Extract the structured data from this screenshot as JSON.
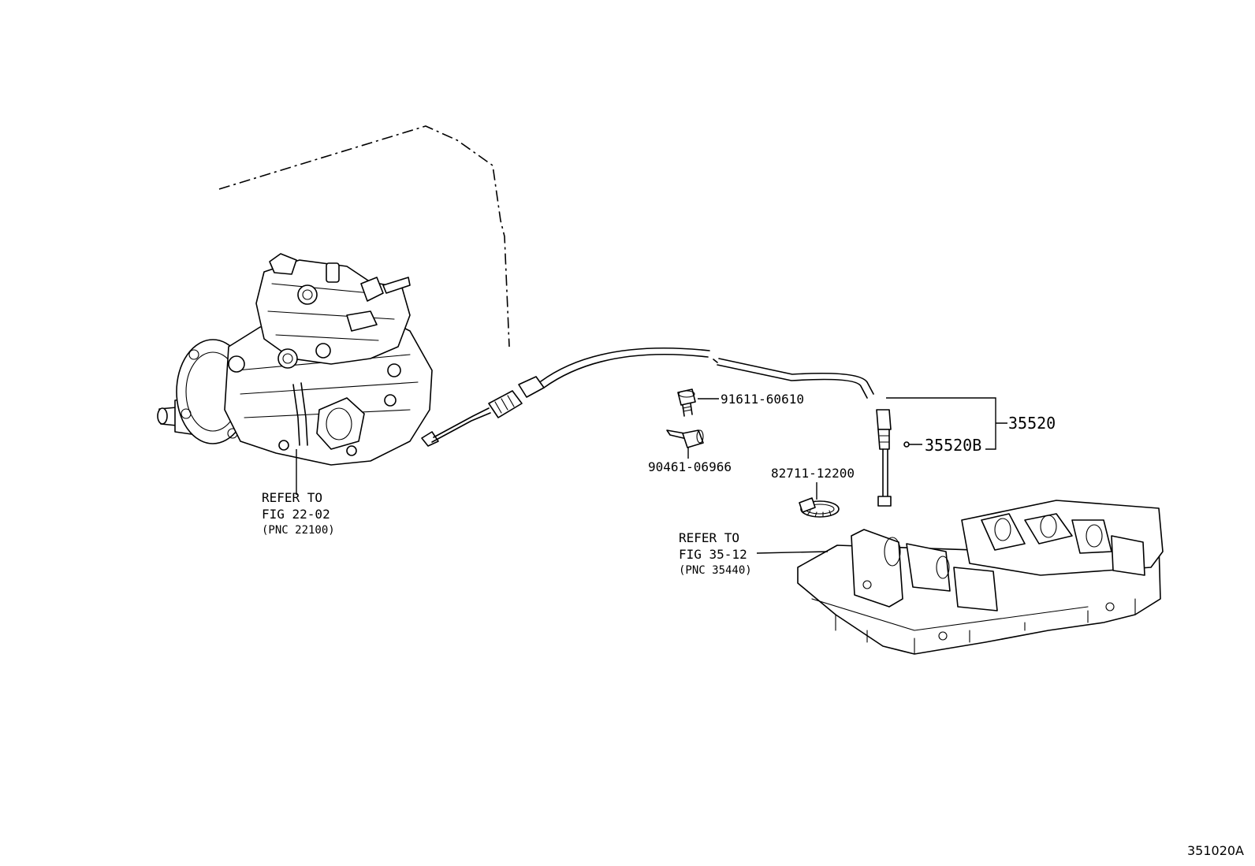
{
  "figure_id": "351020A",
  "callouts": {
    "bolt": "91611-60610",
    "pin": "90461-06966",
    "clamp": "82711-12200",
    "cable_assembly": "35520",
    "cable_sub": "35520B"
  },
  "references": {
    "injection_pump": {
      "line1": "REFER TO",
      "line2": "FIG 22-02",
      "line3": "(PNC 22100)"
    },
    "valve_body": {
      "line1": "REFER TO",
      "line2": "FIG 35-12",
      "line3": "(PNC 35440)"
    }
  }
}
